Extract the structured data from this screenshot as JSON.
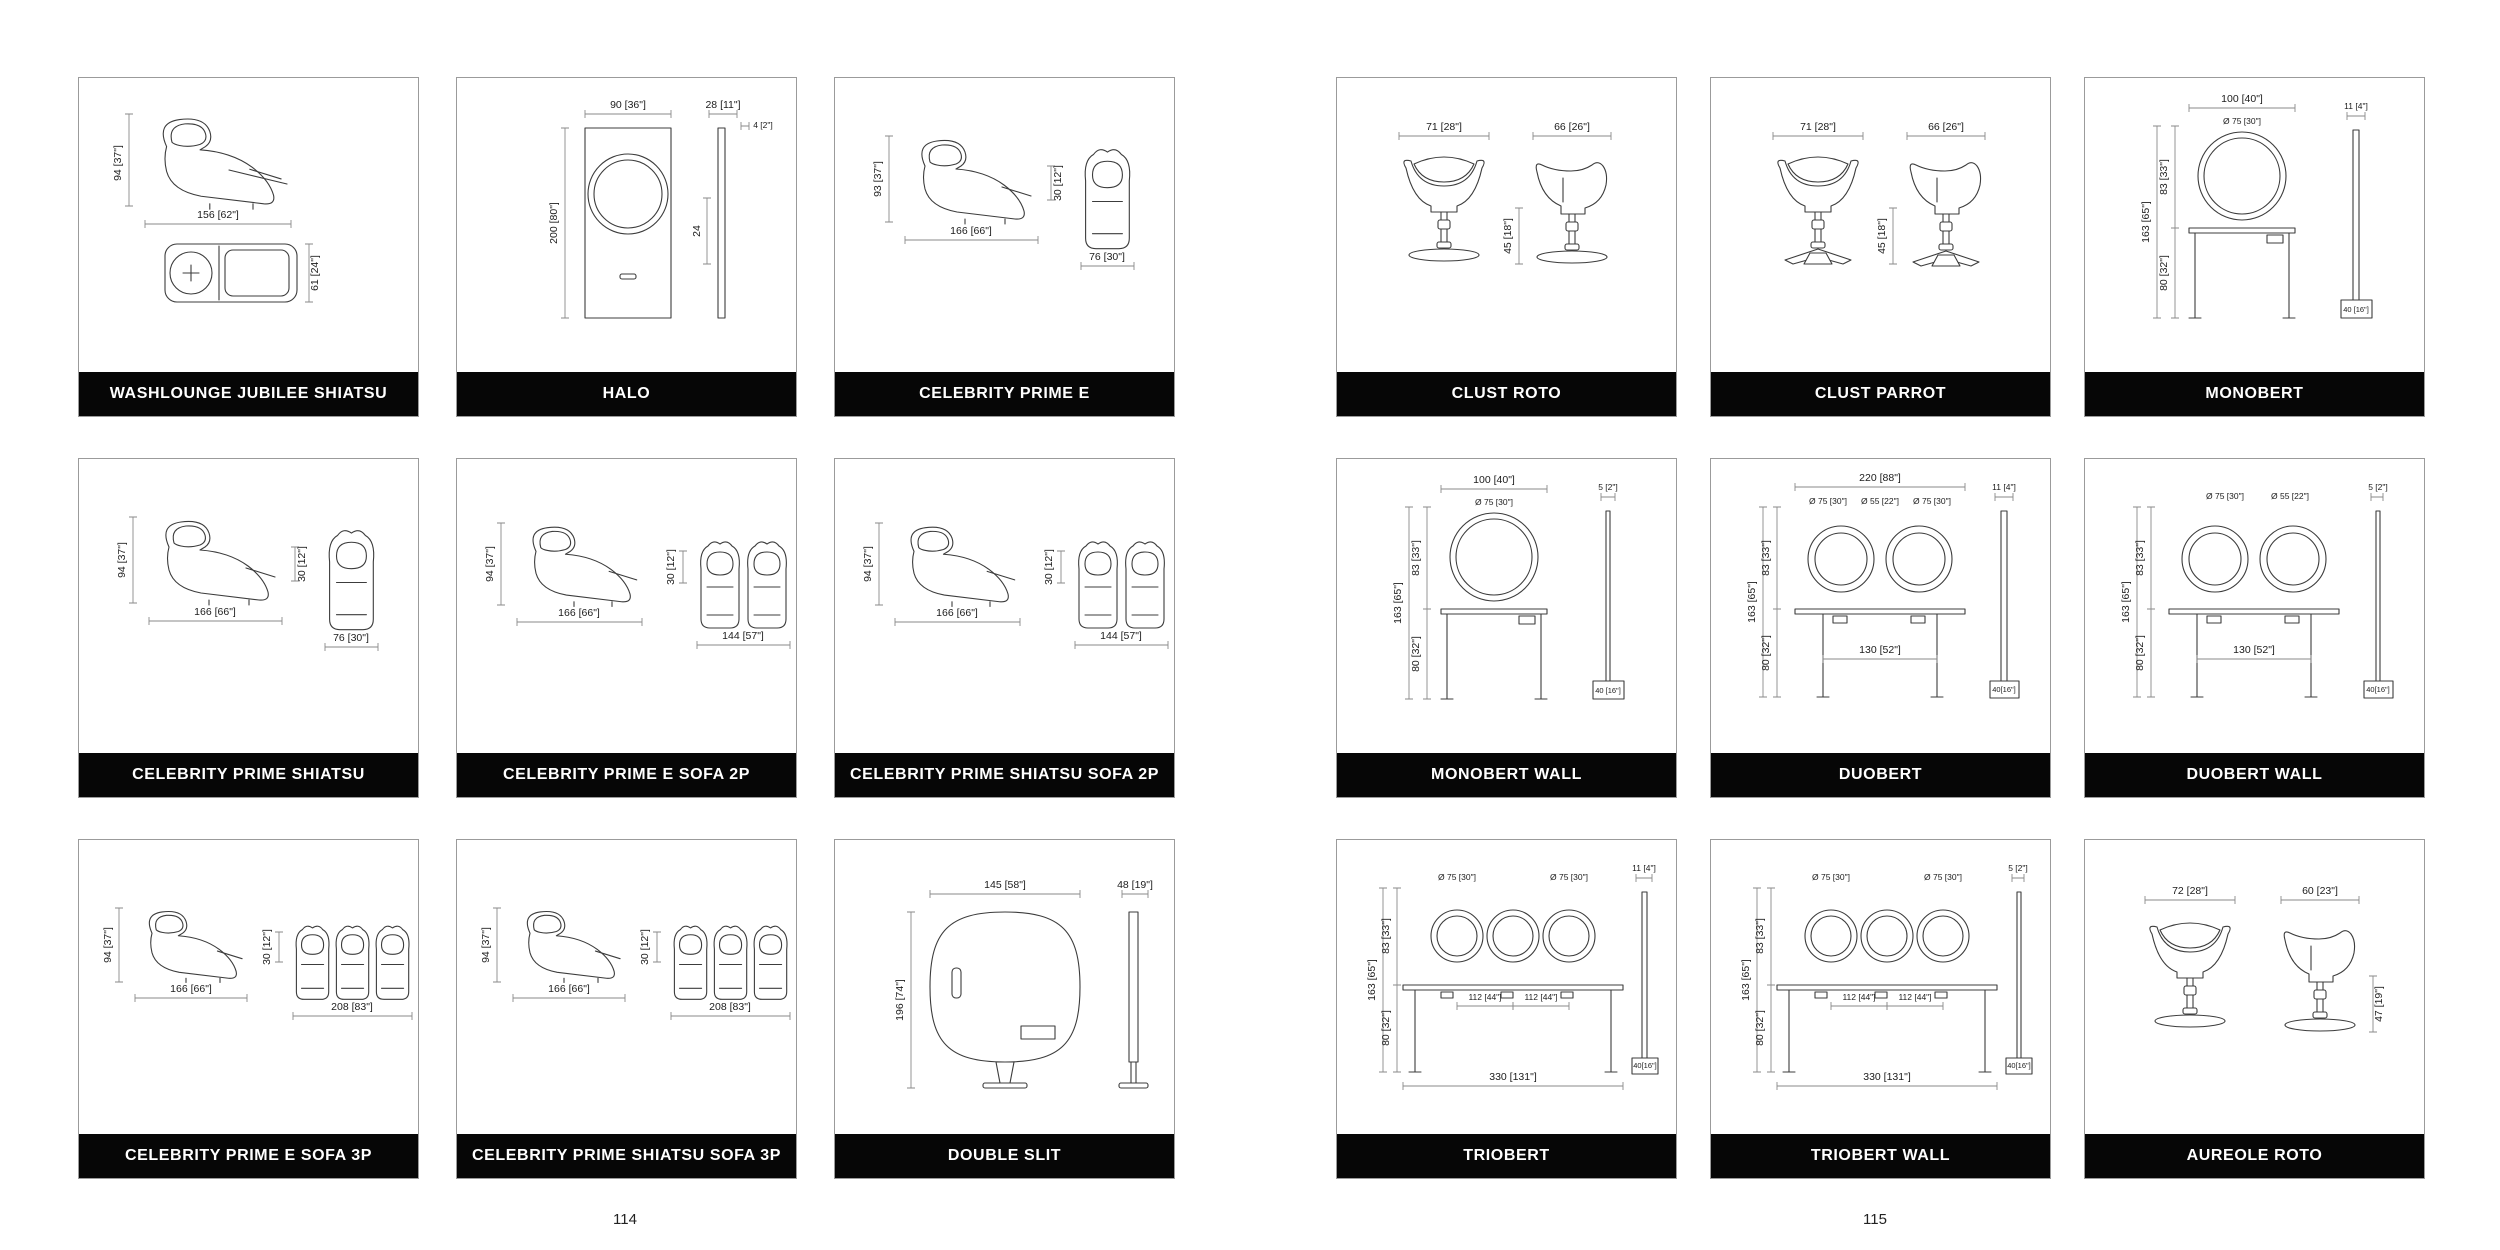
{
  "pages": [
    {
      "number": "114",
      "cells": [
        {
          "label": "WASHLOUNGE JUBILEE SHIATSU",
          "dims": [
            "94 [37\"]",
            "156 [62\"]",
            "61 [24\"]"
          ]
        },
        {
          "label": "HALO",
          "dims": [
            "90 [36\"]",
            "28 [11\"]",
            "4 [2\"]",
            "200 [80\"]",
            "24"
          ]
        },
        {
          "label": "CELEBRITY PRIME E",
          "dims": [
            "93 [37\"]",
            "166 [66\"]",
            "30 [12\"]",
            "76 [30\"]"
          ]
        },
        {
          "label": "CELEBRITY PRIME SHIATSU",
          "dims": [
            "94 [37\"]",
            "166 [66\"]",
            "30 [12\"]",
            "76 [30\"]"
          ]
        },
        {
          "label": "CELEBRITY PRIME E SOFA 2P",
          "dims": [
            "94 [37\"]",
            "166 [66\"]",
            "30 [12\"]",
            "144 [57\"]"
          ]
        },
        {
          "label": "CELEBRITY PRIME SHIATSU SOFA 2P",
          "dims": [
            "94 [37\"]",
            "166 [66\"]",
            "30 [12\"]",
            "144 [57\"]"
          ]
        },
        {
          "label": "CELEBRITY PRIME E SOFA 3P",
          "dims": [
            "94 [37\"]",
            "166 [66\"]",
            "30 [12\"]",
            "208 [83\"]"
          ]
        },
        {
          "label": "CELEBRITY PRIME SHIATSU SOFA 3P",
          "dims": [
            "94 [37\"]",
            "166 [66\"]",
            "30 [12\"]",
            "208 [83\"]"
          ]
        },
        {
          "label": "DOUBLE SLIT",
          "dims": [
            "145 [58\"]",
            "48 [19\"]",
            "196 [74\"]"
          ]
        }
      ]
    },
    {
      "number": "115",
      "cells": [
        {
          "label": "CLUST ROTO",
          "dims": [
            "71 [28\"]",
            "66 [26\"]",
            "45 [18\"]"
          ]
        },
        {
          "label": "CLUST PARROT",
          "dims": [
            "71 [28\"]",
            "66 [26\"]",
            "45 [18\"]"
          ]
        },
        {
          "label": "MONOBERT",
          "dims": [
            "100 [40\"]",
            "Ø 75 [30\"]",
            "11 [4\"]",
            "163 [65\"]",
            "83 [33\"]",
            "80 [32\"]",
            "40 [16\"]"
          ]
        },
        {
          "label": "MONOBERT WALL",
          "dims": [
            "100 [40\"]",
            "Ø 75 [30\"]",
            "5 [2\"]",
            "163 [65\"]",
            "83 [33\"]",
            "80 [32\"]",
            "40 [16\"]"
          ]
        },
        {
          "label": "DUOBERT",
          "dims": [
            "220 [88\"]",
            "Ø 75 [30\"]",
            "Ø 55 [22\"]",
            "Ø 75 [30\"]",
            "11 [4\"]",
            "163 [65\"]",
            "83 [33\"]",
            "80 [32\"]",
            "130 [52\"]",
            "40[16\"]"
          ]
        },
        {
          "label": "DUOBERT WALL",
          "dims": [
            "Ø 75 [30\"]",
            "Ø 55 [22\"]",
            "5 [2\"]",
            "163 [65\"]",
            "83 [33\"]",
            "80 [32\"]",
            "130 [52\"]",
            "40[16\"]"
          ]
        },
        {
          "label": "TRIOBERT",
          "dims": [
            "Ø 75 [30\"]",
            "Ø 75 [30\"]",
            "11 [4\"]",
            "163 [65\"]",
            "83 [33\"]",
            "80 [32\"]",
            "112 [44\"]",
            "112 [44\"]",
            "330 [131\"]",
            "40[16\"]"
          ]
        },
        {
          "label": "TRIOBERT WALL",
          "dims": [
            "Ø 75 [30\"]",
            "Ø 75 [30\"]",
            "5 [2\"]",
            "163 [65\"]",
            "83 [33\"]",
            "80 [32\"]",
            "112 [44\"]",
            "112 [44\"]",
            "330 [131\"]",
            "40[16\"]"
          ]
        },
        {
          "label": "AUREOLE ROTO",
          "dims": [
            "72 [28\"]",
            "60 [23\"]",
            "47 [19\"]"
          ]
        }
      ]
    }
  ]
}
